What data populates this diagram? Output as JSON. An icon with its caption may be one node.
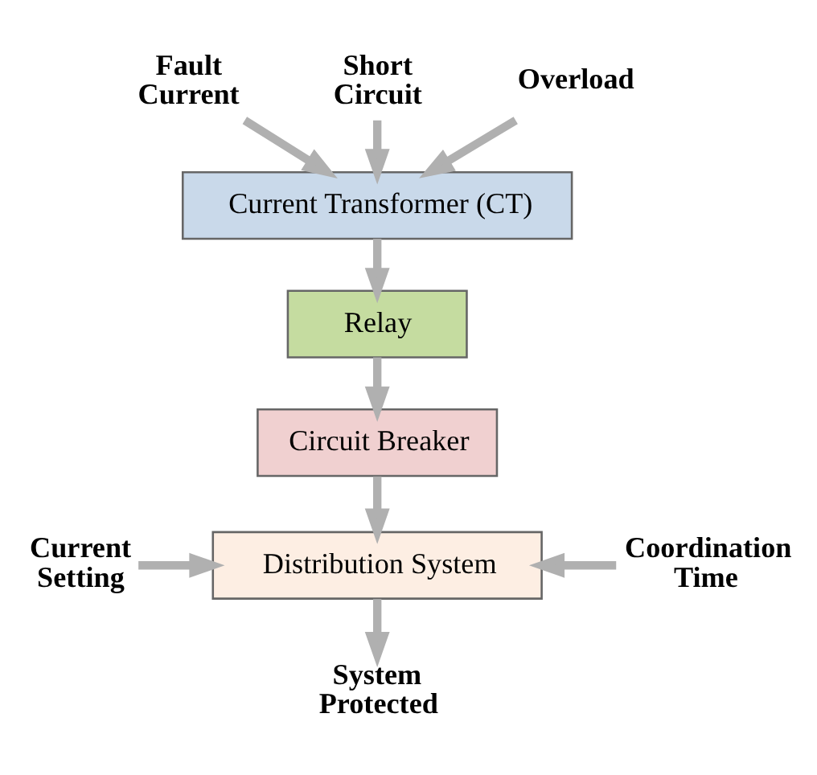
{
  "diagram": {
    "nodes": [
      {
        "text": [
          "Fault Current"
        ]
      },
      {
        "text": [
          "Short Circuit"
        ]
      },
      {
        "text": [
          "Overload"
        ]
      },
      {
        "text": [
          "Current Transformer (CT)"
        ]
      },
      {
        "text": [
          "Relay"
        ]
      },
      {
        "text": [
          "Circuit Breaker"
        ]
      },
      {
        "text": [
          "Current Setting"
        ]
      },
      {
        "text": [
          "Distribution System"
        ]
      },
      {
        "text": [
          "Coordination Time"
        ]
      },
      {
        "text": [
          "System Protected"
        ]
      }
    ],
    "edges": [
      {
        "from": 0,
        "to": 3,
        "arrow": "to"
      },
      {
        "from": 1,
        "to": 3,
        "arrow": "to"
      },
      {
        "from": 2,
        "to": 3,
        "arrow": "to"
      },
      {
        "from": 3,
        "to": 4,
        "arrow": "to"
      },
      {
        "from": 4,
        "to": 5,
        "arrow": "to"
      },
      {
        "from": 5,
        "to": 7,
        "arrow": "to"
      },
      {
        "from": 6,
        "to": 7,
        "arrow": "to"
      },
      {
        "from": 8,
        "to": 7,
        "arrow": "to"
      },
      {
        "from": 7,
        "to": 9,
        "arrow": "to"
      }
    ]
  }
}
